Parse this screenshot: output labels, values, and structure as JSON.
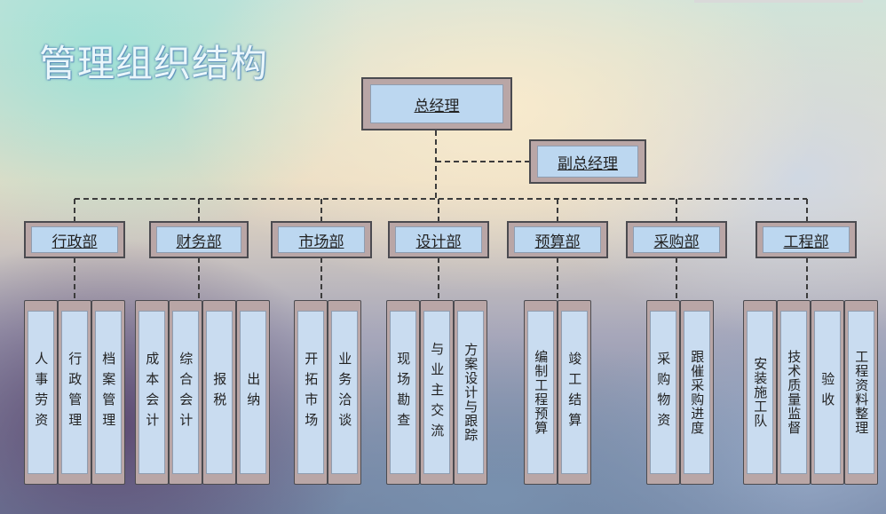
{
  "title": "管理组织结构",
  "ceo": "总经理",
  "deputy": "副总经理",
  "departments": [
    {
      "name": "行政部",
      "units": [
        "人事劳资",
        "行政管理",
        "档案管理"
      ]
    },
    {
      "name": "财务部",
      "units": [
        "成本会计",
        "综合会计",
        "报税",
        "出纳"
      ]
    },
    {
      "name": "市场部",
      "units": [
        "开拓市场",
        "业务洽谈"
      ]
    },
    {
      "name": "设计部",
      "units": [
        "现场勘查",
        "与业主交流",
        "方案设计与跟踪"
      ]
    },
    {
      "name": "预算部",
      "units": [
        "编制工程预算",
        "竣工结算"
      ]
    },
    {
      "name": "采购部",
      "units": [
        "采购物资",
        "跟催采购进度"
      ]
    },
    {
      "name": "工程部",
      "units": [
        "安装施工队",
        "技术质量监督",
        "验收",
        "工程资料整理"
      ]
    }
  ],
  "colors": {
    "box_fill": "#bcd7f0",
    "box_frame": "#b9a6a6",
    "border": "#4b4b50",
    "connector": "#3c3c3c",
    "title": "#eaf6fb"
  }
}
